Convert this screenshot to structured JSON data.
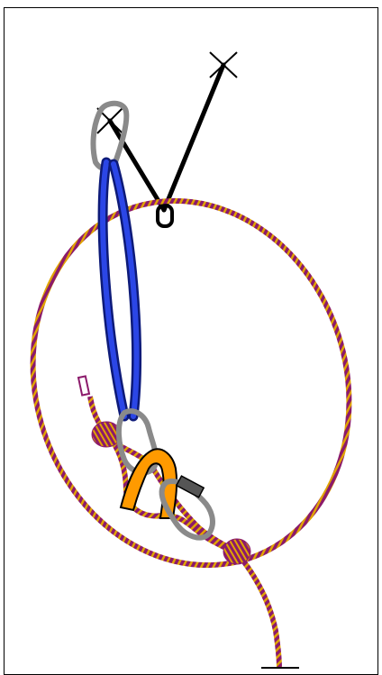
{
  "diagram": {
    "kind": "climbing anchor rigging illustration",
    "components": [
      {
        "name": "anchor-bolt-left",
        "icon": "x-mark-icon"
      },
      {
        "name": "anchor-bolt-right",
        "icon": "x-mark-icon"
      },
      {
        "name": "master-point-ring"
      },
      {
        "name": "top-carabiner",
        "color": "#8a8a8a"
      },
      {
        "name": "blue-sling",
        "color": "#1a2fb8"
      },
      {
        "name": "rope-loop",
        "colors": [
          "#8b1a6b",
          "#e0a400"
        ]
      },
      {
        "name": "lower-carabiner",
        "color": "#8a8a8a"
      },
      {
        "name": "belay-device",
        "color": "#ff9a00"
      },
      {
        "name": "locking-carabiner",
        "color": "#8a8a8a",
        "gate_color": "#555555"
      },
      {
        "name": "knot-upper"
      },
      {
        "name": "knot-lower"
      },
      {
        "name": "rope-tail"
      },
      {
        "name": "ground-line"
      }
    ],
    "colors": {
      "rope_base": "#8b1a6b",
      "rope_stripe": "#e0a400",
      "sling": "#1a2fb8",
      "sling_edge": "#0d1a78",
      "carabiner": "#8a8a8a",
      "belay_device": "#ff9a00",
      "ink": "#000000"
    }
  }
}
